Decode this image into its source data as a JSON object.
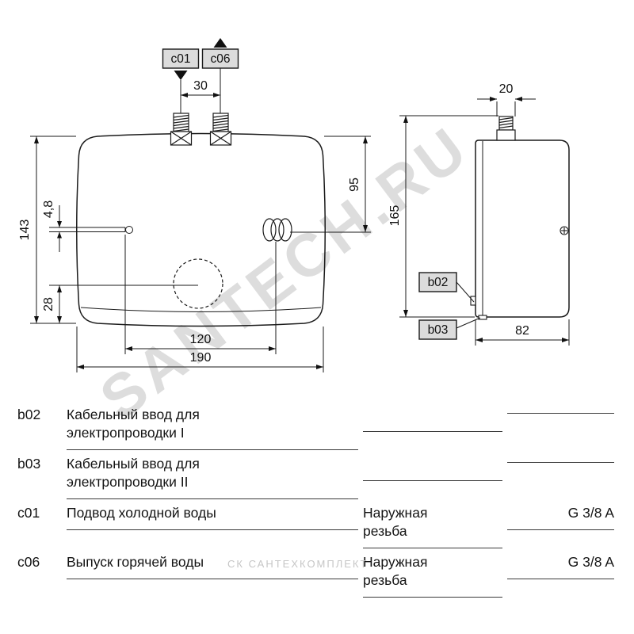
{
  "front_view": {
    "label_c01": "c01",
    "label_c06": "c06",
    "dim_pipe_spacing": "30",
    "dim_outlet_height": "95",
    "dim_height": "143",
    "dim_probe": "4,8",
    "dim_bottom_offset": "28",
    "dim_element_spacing": "120",
    "dim_width": "190"
  },
  "side_view": {
    "label_b02": "b02",
    "label_b03": "b03",
    "dim_pipe": "20",
    "dim_height": "165",
    "dim_depth": "82"
  },
  "watermarks": {
    "main": "SANTECH.RU",
    "bottom": "СК САНТЕХКОМПЛЕКТ"
  },
  "legend": {
    "rows": [
      {
        "code": "b02",
        "desc": "Кабельный ввод для электропроводки I",
        "thread": "",
        "size": ""
      },
      {
        "code": "b03",
        "desc": "Кабельный ввод для электропроводки II",
        "thread": "",
        "size": ""
      },
      {
        "code": "c01",
        "desc": "Подвод холодной воды",
        "thread": "Наружная резьба",
        "size": "G 3/8 A"
      },
      {
        "code": "c06",
        "desc": "Выпуск горячей воды",
        "thread": "Наружная резьба",
        "size": "G 3/8 A"
      }
    ]
  }
}
